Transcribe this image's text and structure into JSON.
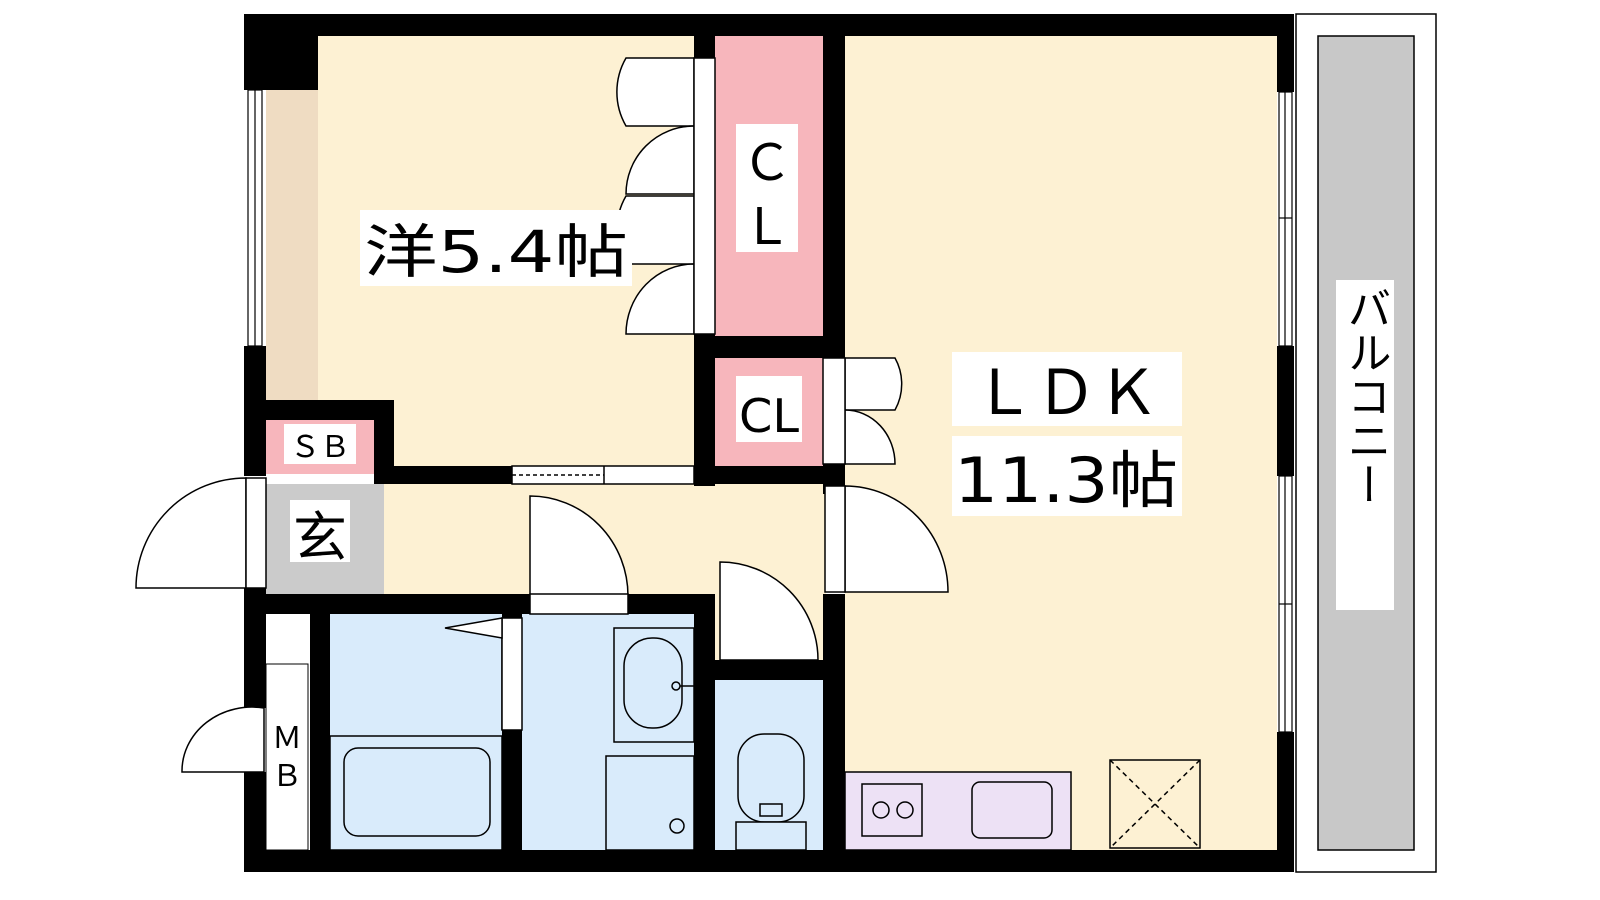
{
  "rooms": {
    "western": {
      "name": "洋5.4帖"
    },
    "ldk": {
      "name": "ＬＤＫ",
      "size": "11.3帖"
    },
    "closet_large": {
      "line1": "Ｃ",
      "line2": "Ｌ"
    },
    "closet_small": {
      "name": "CL"
    },
    "shoe_box": {
      "name": "ＳＢ"
    },
    "entrance": {
      "name": "玄"
    },
    "meter_box": {
      "line1": "Ｍ",
      "line2": "Ｂ"
    },
    "balcony": {
      "name": "バルコニー"
    }
  },
  "colors": {
    "living_floor": "#fdf1d3",
    "closet": "#f7b6bc",
    "wet_area": "#d9ebfb",
    "kitchen": "#ede1f5",
    "entrance": "#cbcbcb",
    "balcony": "#c8c8c8",
    "window_bay": "#efdcc2",
    "wall": "#000000"
  },
  "icons": [
    "door-swing-icon",
    "bathtub-icon",
    "washbasin-icon",
    "washer-pan-icon",
    "toilet-icon",
    "stove-icon",
    "sink-icon",
    "ceiling-storage-icon"
  ]
}
